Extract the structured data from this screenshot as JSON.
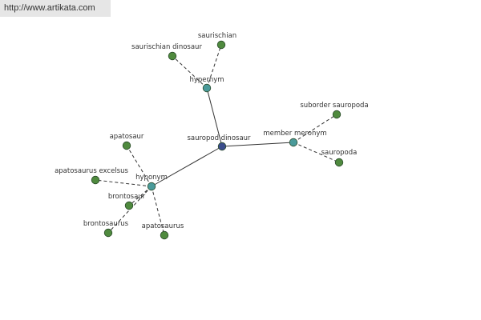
{
  "site_url": "http://www.artikata.com",
  "colors": {
    "center_node": "#3b4d8c",
    "relation_node": "#4a9a9a",
    "leaf_node": "#4f8a3e",
    "edge": "#333333"
  },
  "graph": {
    "center": {
      "id": "sauropod-dinosaur",
      "label": "sauropod dinosaur"
    },
    "relations": [
      {
        "id": "hypernym",
        "label": "hypernym",
        "terms": [
          "saurischian dinosaur",
          "saurischian"
        ]
      },
      {
        "id": "member-meronym",
        "label": "member meronym",
        "terms": [
          "suborder sauropoda",
          "sauropoda"
        ]
      },
      {
        "id": "hyponym",
        "label": "hyponym",
        "terms": [
          "apatosaur",
          "apatosaurus excelsus",
          "brontosaur",
          "brontosaurus",
          "apatosaurus"
        ]
      }
    ]
  }
}
